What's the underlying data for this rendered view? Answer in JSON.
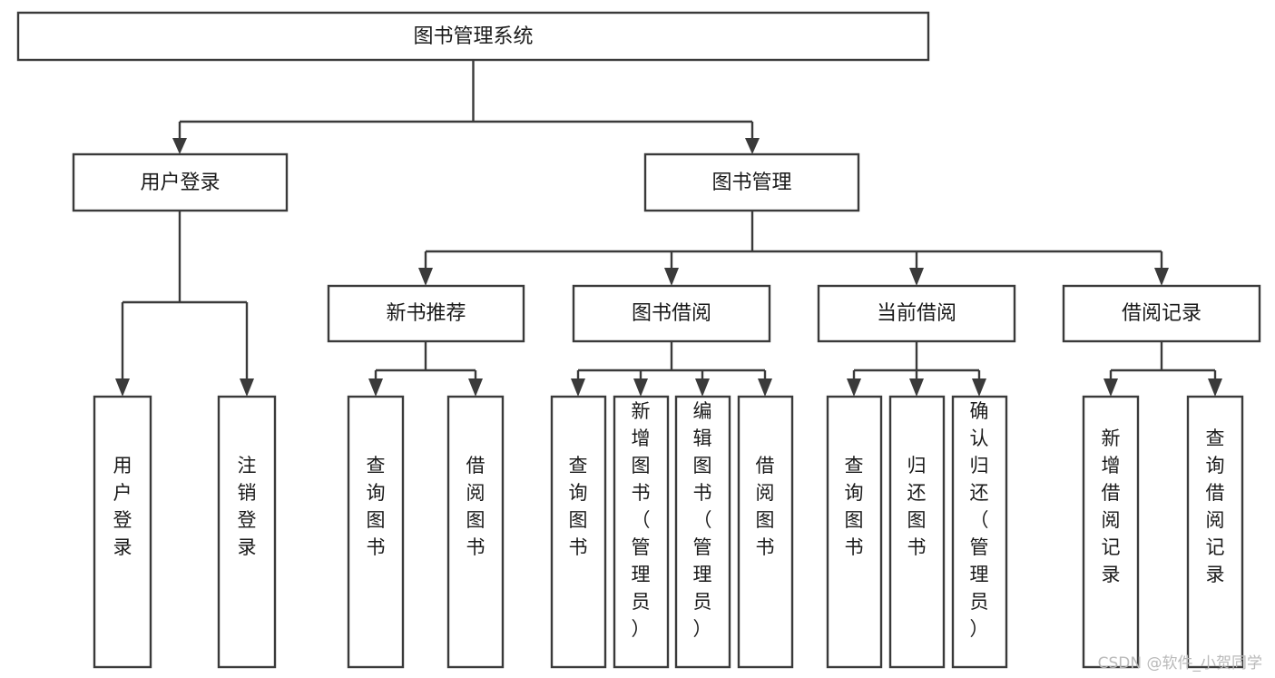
{
  "diagram": {
    "type": "tree-hierarchy-chart",
    "title": "图书管理系统",
    "background_color": "#ffffff",
    "line_color": "#3a3a3a",
    "text_color": "#1a1a1a",
    "root": {
      "id": "root",
      "label": "图书管理系统",
      "orientation": "horizontal"
    },
    "level2": [
      {
        "id": "user-login",
        "label": "用户登录",
        "orientation": "horizontal"
      },
      {
        "id": "book-management",
        "label": "图书管理",
        "orientation": "horizontal"
      }
    ],
    "level3": [
      {
        "id": "new-book-recommend",
        "label": "新书推荐",
        "orientation": "horizontal",
        "parent": "book-management"
      },
      {
        "id": "book-borrow",
        "label": "图书借阅",
        "orientation": "horizontal",
        "parent": "book-management"
      },
      {
        "id": "current-borrow",
        "label": "当前借阅",
        "orientation": "horizontal",
        "parent": "book-management"
      },
      {
        "id": "borrow-record",
        "label": "借阅记录",
        "orientation": "horizontal",
        "parent": "book-management"
      }
    ],
    "leaves": [
      {
        "id": "leaf-user-login",
        "label": "用户登录",
        "orientation": "vertical",
        "parent": "user-login"
      },
      {
        "id": "leaf-logout-login",
        "label": "注销登录",
        "orientation": "vertical",
        "parent": "user-login"
      },
      {
        "id": "leaf-query-book-1",
        "label": "查询图书",
        "orientation": "vertical",
        "parent": "new-book-recommend"
      },
      {
        "id": "leaf-borrow-book-1",
        "label": "借阅图书",
        "orientation": "vertical",
        "parent": "new-book-recommend"
      },
      {
        "id": "leaf-query-book-2",
        "label": "查询图书",
        "orientation": "vertical",
        "parent": "book-borrow"
      },
      {
        "id": "leaf-add-book",
        "label": "新增图书（管理员）",
        "orientation": "vertical",
        "parent": "book-borrow"
      },
      {
        "id": "leaf-edit-book",
        "label": "编辑图书（管理员）",
        "orientation": "vertical",
        "parent": "book-borrow"
      },
      {
        "id": "leaf-borrow-book-2",
        "label": "借阅图书",
        "orientation": "vertical",
        "parent": "book-borrow"
      },
      {
        "id": "leaf-query-book-3",
        "label": "查询图书",
        "orientation": "vertical",
        "parent": "current-borrow"
      },
      {
        "id": "leaf-return-book",
        "label": "归还图书",
        "orientation": "vertical",
        "parent": "current-borrow"
      },
      {
        "id": "leaf-confirm-return",
        "label": "确认归还（管理员）",
        "orientation": "vertical",
        "parent": "current-borrow"
      },
      {
        "id": "leaf-add-record",
        "label": "新增借阅记录",
        "orientation": "vertical",
        "parent": "borrow-record"
      },
      {
        "id": "leaf-query-record",
        "label": "查询借阅记录",
        "orientation": "vertical",
        "parent": "borrow-record"
      }
    ]
  },
  "watermark": {
    "text": "CSDN @软件_小贺同学"
  }
}
